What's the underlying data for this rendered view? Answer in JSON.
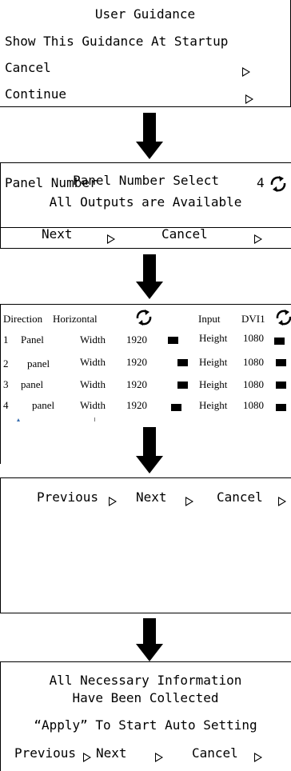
{
  "panel1": {
    "title": "User Guidance",
    "option": "Show This Guidance At Startup",
    "cancel": "Cancel",
    "continue": "Continue"
  },
  "panel2": {
    "title": "Panel Number Select",
    "panel_number_label": "Panel Number",
    "panel_number_value": "4",
    "message": "All Outputs are Available",
    "next": "Next",
    "cancel": "Cancel"
  },
  "panel3": {
    "direction_label": "Direction",
    "direction_value": "Horizontal",
    "input_label": "Input",
    "input_value": "DVI1",
    "rows": [
      {
        "num": "1",
        "name": "Panel",
        "width_label": "Width",
        "width": "1920",
        "height_label": "Height",
        "height": "1080"
      },
      {
        "num": "2",
        "name": "panel",
        "width_label": "Width",
        "width": "1920",
        "height_label": "Height",
        "height": "1080"
      },
      {
        "num": "3",
        "name": "panel",
        "width_label": "Width",
        "width": "1920",
        "height_label": "Height",
        "height": "1080"
      },
      {
        "num": "4",
        "name": "panel",
        "width_label": "Width",
        "width": "1920",
        "height_label": "Height",
        "height": "1080"
      }
    ]
  },
  "panel4": {
    "previous": "Previous",
    "next": "Next",
    "cancel": "Cancel"
  },
  "panel5": {
    "line1": "All Necessary Information",
    "line2": "Have Been Collected",
    "line3": "“Apply”  To Start Auto Setting",
    "previous": "Previous",
    "next": "Next",
    "cancel": "Cancel"
  },
  "icons": {
    "flow_arrow": "down-arrow-icon",
    "play": "play-triangle-icon",
    "refresh": "refresh-icon",
    "grid": "grid-icon"
  }
}
